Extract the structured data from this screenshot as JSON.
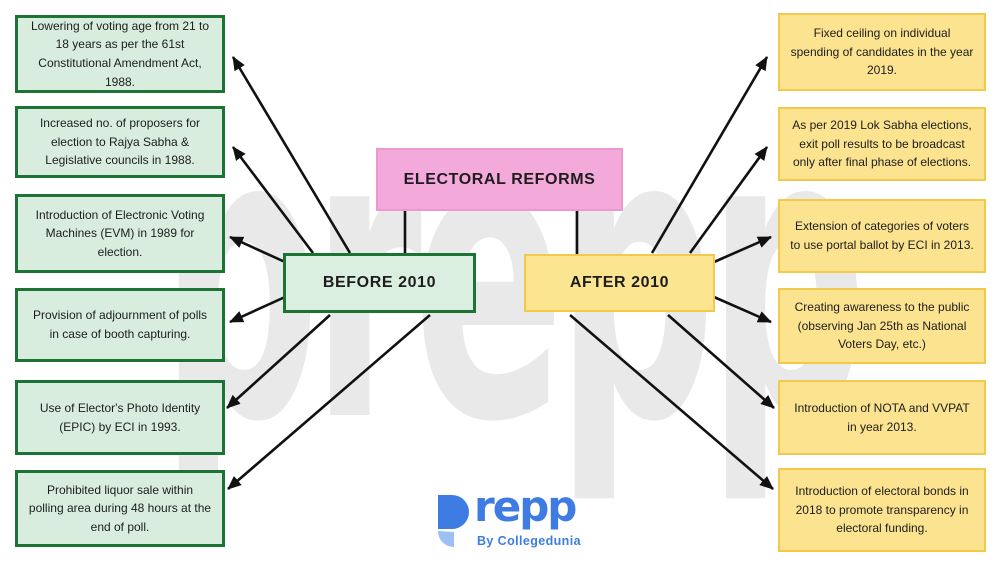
{
  "watermark": {
    "text": "prepp"
  },
  "title": {
    "label": "ELECTORAL REFORMS"
  },
  "branches": {
    "before": {
      "label": "BEFORE 2010",
      "items": [
        "Lowering of voting age from 21 to 18 years as per the 61st Constitutional Amendment Act, 1988.",
        "Increased no. of proposers for election to Rajya Sabha & Legislative councils in 1988.",
        "Introduction of Electronic Voting Machines (EVM) in 1989 for election.",
        "Provision of adjournment of polls in case of booth capturing.",
        "Use of Elector's Photo Identity (EPIC) by ECI in 1993.",
        "Prohibited liquor sale within polling area during 48 hours at the end of poll."
      ]
    },
    "after": {
      "label": "AFTER 2010",
      "items": [
        "Fixed ceiling on individual spending of candidates in the year 2019.",
        "As per 2019 Lok Sabha elections, exit poll results to be broadcast only after final phase of elections.",
        "Extension of categories of voters to use portal ballot by ECI in 2013.",
        "Creating awareness to the public (observing Jan 25th as National Voters Day, etc.)",
        "Introduction of NOTA and VVPAT in year 2013.",
        "Introduction of electoral bonds in 2018 to promote transparency in electoral funding."
      ]
    }
  },
  "logo": {
    "brand": "prepp",
    "wordmark_text": "repp",
    "tagline": "By Collegedunia"
  },
  "colors": {
    "title_fill": "#f3a9da",
    "title_border": "#ec97cf",
    "green_fill": "#d8edde",
    "green_border": "#1c7434",
    "before_fill": "#dbefe1",
    "yellow_fill": "#fbe38f",
    "yellow_border": "#f2c94c",
    "arrow": "#111111",
    "watermark_gray": "#e9e9e9",
    "logo_blue": "#3e7ce4",
    "logo_light_blue": "#9dc0f4"
  }
}
